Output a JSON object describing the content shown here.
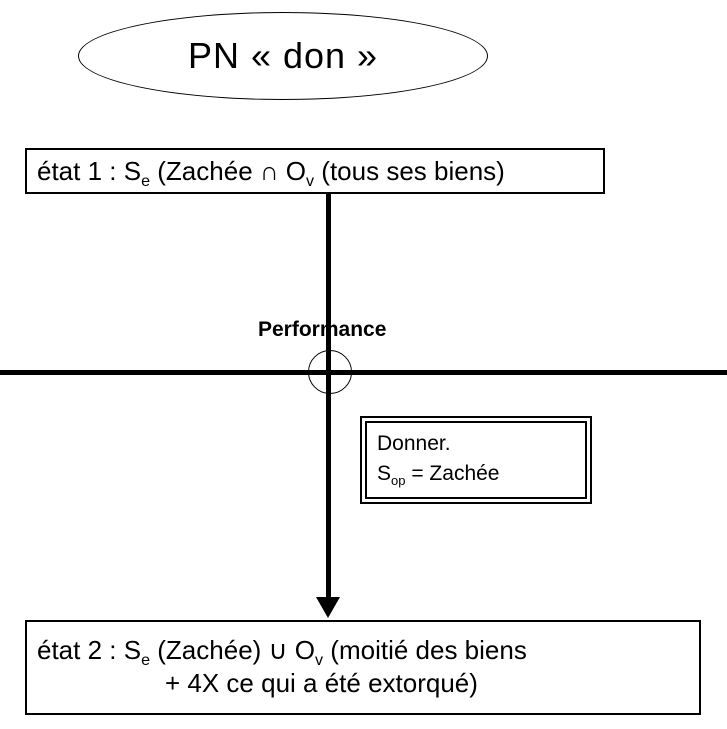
{
  "title": {
    "label": "PN « don »"
  },
  "state1": {
    "prefix": "état 1 : S",
    "sub_e": "e",
    "mid": " (Zachée ∩ O",
    "sub_v": "v",
    "suffix": " (tous ses biens)"
  },
  "performance": {
    "label": "Performance"
  },
  "action": {
    "line1": "Donner.",
    "s_prefix": "S",
    "s_sub": "op",
    "s_suffix": " = Zachée"
  },
  "state2": {
    "prefix": "état 2 : S",
    "sub_e": "e",
    "mid": " (Zachée) ∪ O",
    "sub_v": "v",
    "line1_suffix": " (moitié des biens",
    "line2": "+ 4X ce qui a été extorqué)"
  },
  "colors": {
    "line": "#000000",
    "background": "#ffffff"
  }
}
